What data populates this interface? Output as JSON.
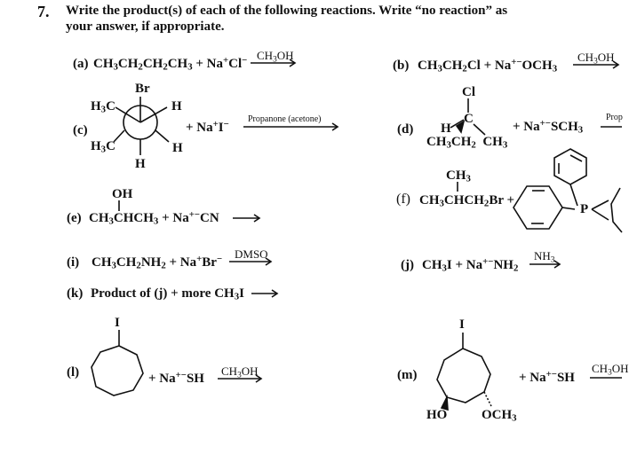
{
  "question": {
    "number": "7.",
    "line1": "Write the product(s) of each of the following reactions. Write “no reaction” as",
    "line2": "your answer, if appropriate."
  },
  "a": {
    "label": "(a)",
    "eq_html": "CH<sub>3</sub>CH<sub>2</sub>CH<sub>2</sub>CH<sub>3</sub> + Na<sup>+</sup>Cl<sup>−</sup>",
    "reagent_html": "CH<sub>3</sub>OH"
  },
  "b": {
    "label": "(b)",
    "eq_html": "CH<sub>3</sub>CH<sub>2</sub>Cl + Na<sup>+−</sup>OCH<sub>3</sub>",
    "reagent_html": "CH<sub>3</sub>OH"
  },
  "c": {
    "label": "(c)",
    "br": "Br",
    "h3c_top_html": "H<sub>3</sub>C",
    "h_top_right": "H",
    "h3c_bottom_html": "H<sub>3</sub>C",
    "h_bottom_right": "H",
    "h_bottom": "H",
    "nucleophile_html": "+ Na<sup>+</sup>I<sup>−</sup>",
    "reagent": "Propanone (acetone)"
  },
  "d": {
    "label": "(d)",
    "cl": "Cl",
    "h": "H",
    "c": "C",
    "substituents_html": "CH<sub>3</sub>CH<sub>2</sub>&nbsp;&nbsp;CH<sub>3</sub>",
    "nucleophile_html": "+ Na<sup>+−</sup>SCH<sub>3</sub>",
    "reagent": "Prop"
  },
  "e": {
    "label": "(e)",
    "oh": "OH",
    "eq_html": "CH<sub>3</sub>CHCH<sub>3</sub> + Na<sup>+−</sup>CN"
  },
  "f": {
    "label": "(f)",
    "ch3_html": "CH<sub>3</sub>",
    "eq_html": "CH<sub>3</sub>CHCH<sub>2</sub>Br +",
    "p": "P"
  },
  "i": {
    "label": "(i)",
    "eq_html": "CH<sub>3</sub>CH<sub>2</sub>NH<sub>2</sub> + Na<sup>+</sup>Br<sup>−</sup>",
    "reagent": "DMSO"
  },
  "j": {
    "label": "(j)",
    "eq_html": "CH<sub>3</sub>I + Na<sup>+−</sup>NH<sub>2</sub>",
    "reagent_html": "NH<sub>3</sub>"
  },
  "k": {
    "label": "(k)",
    "text_html": "Product of (j) + more CH<sub>3</sub>I"
  },
  "l": {
    "label": "(l)",
    "i": "I",
    "nucleophile_html": "+ Na<sup>+−</sup>SH",
    "reagent_html": "CH<sub>3</sub>OH"
  },
  "m": {
    "label": "(m)",
    "i": "I",
    "ho": "HO",
    "och3_html": "OCH<sub>3</sub>",
    "nucleophile_html": "+ Na<sup>+−</sup>SH",
    "reagent_html": "CH<sub>3</sub>OH"
  }
}
